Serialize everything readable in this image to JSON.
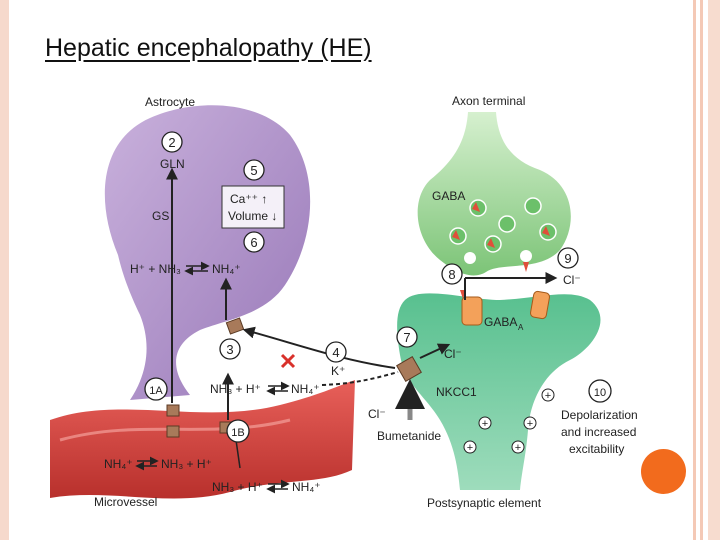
{
  "slide": {
    "title": "Hepatic encephalopathy (HE)"
  },
  "diagram": {
    "labels": {
      "astrocyte": "Astrocyte",
      "axon_terminal": "Axon terminal",
      "microvessel": "Microvessel",
      "postsynaptic": "Postsynaptic element",
      "gln": "GLN",
      "gs": "GS",
      "astro_eq_left": "H⁺ + NH₃",
      "astro_eq_right": "NH₄⁺",
      "ca": "Ca⁺⁺ ↑",
      "volume": "Volume ↓",
      "vessel_eq_left": "NH₄⁺",
      "vessel_eq_right": "NH₃ + H⁺",
      "interstitial_left": "NH₃ + H⁺",
      "interstitial_right": "NH₄⁺",
      "k": "K⁺",
      "vessel_eq2_left": "NH₃ + H⁺",
      "vessel_eq2_right": "NH₄⁺",
      "gaba": "GABA",
      "gaba_a": "GABA",
      "gaba_a_sub": "A",
      "cl_top": "Cl⁻",
      "cl_mid": "Cl⁻",
      "cl_low": "Cl⁻",
      "nkcc1": "NKCC1",
      "bumetanide": "Bumetanide",
      "depol1": "Depolarization",
      "depol2": "and increased",
      "depol3": "excitability"
    },
    "steps": [
      "2",
      "5",
      "6",
      "3",
      "4",
      "1A",
      "1B",
      "7",
      "8",
      "9",
      "10"
    ],
    "colors": {
      "astrocyte": "#a98ac4",
      "axon": "#8fd08a",
      "postsynaptic": "#3fae7e",
      "vessel": "#d9443f",
      "accent": "#f26b1d"
    }
  }
}
